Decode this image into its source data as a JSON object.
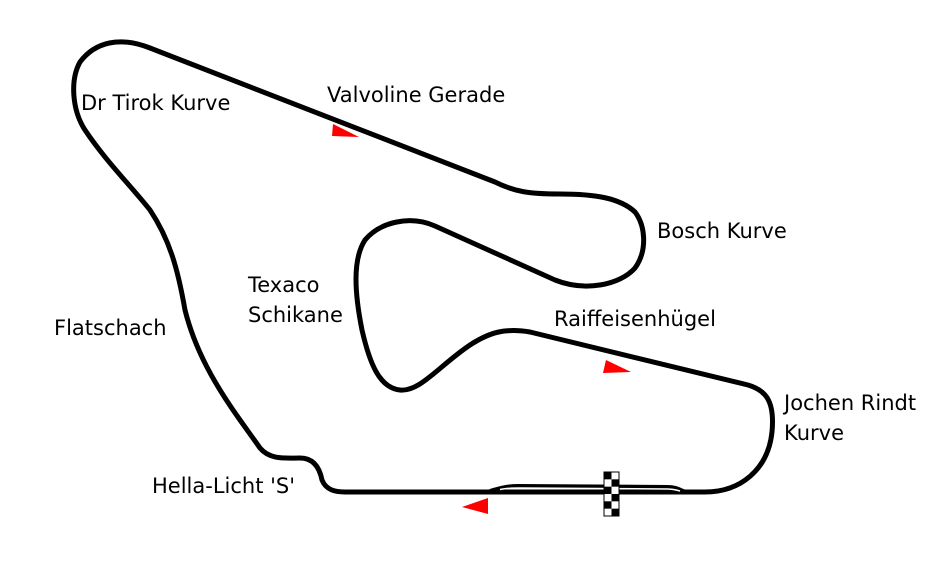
{
  "colors": {
    "track": "#000000",
    "direction_arrow": "#ff0000",
    "background": "#ffffff"
  },
  "labels": {
    "dr_tirok": "Dr Tirok Kurve",
    "valvoline": "Valvoline Gerade",
    "bosch": "Bosch Kurve",
    "texaco_1": "Texaco",
    "texaco_2": "Schikane",
    "raiffeisen": "Raiffeisenhügel",
    "flatschach": "Flatschach",
    "jochen_1": "Jochen Rindt",
    "jochen_2": "Kurve",
    "hella": "Hella-Licht 'S'"
  }
}
